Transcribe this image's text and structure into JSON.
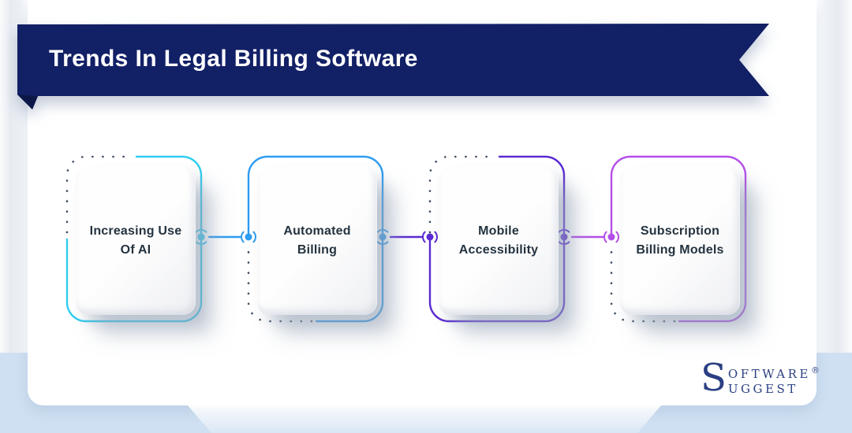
{
  "title": "Trends In Legal Billing Software",
  "cards": [
    {
      "label_lines": [
        "Increasing Use",
        "Of AI"
      ],
      "accent": "#30cdf1",
      "dotted_region": "top-left"
    },
    {
      "label_lines": [
        "Automated",
        "Billing"
      ],
      "accent": "#2d9cf1",
      "dotted_region": "bottom-left"
    },
    {
      "label_lines": [
        "Mobile",
        "Accessibility"
      ],
      "accent": "#5a2ad2",
      "dotted_region": "top-left"
    },
    {
      "label_lines": [
        "Subscription",
        "Billing Models"
      ],
      "accent": "#b44ee9",
      "dotted_region": "bottom-left"
    }
  ],
  "colors": {
    "ribbon": "#122066",
    "ribbon_fold": "#0c1748",
    "dotted_stroke": "#3e4e60",
    "card_text": "#24333f",
    "bottom_band": "#cfe0f2",
    "logo": "#2a3f83"
  },
  "logo": {
    "initial": "S",
    "line1": "OFTWARE",
    "line2": "UGGEST",
    "registered": "®"
  }
}
